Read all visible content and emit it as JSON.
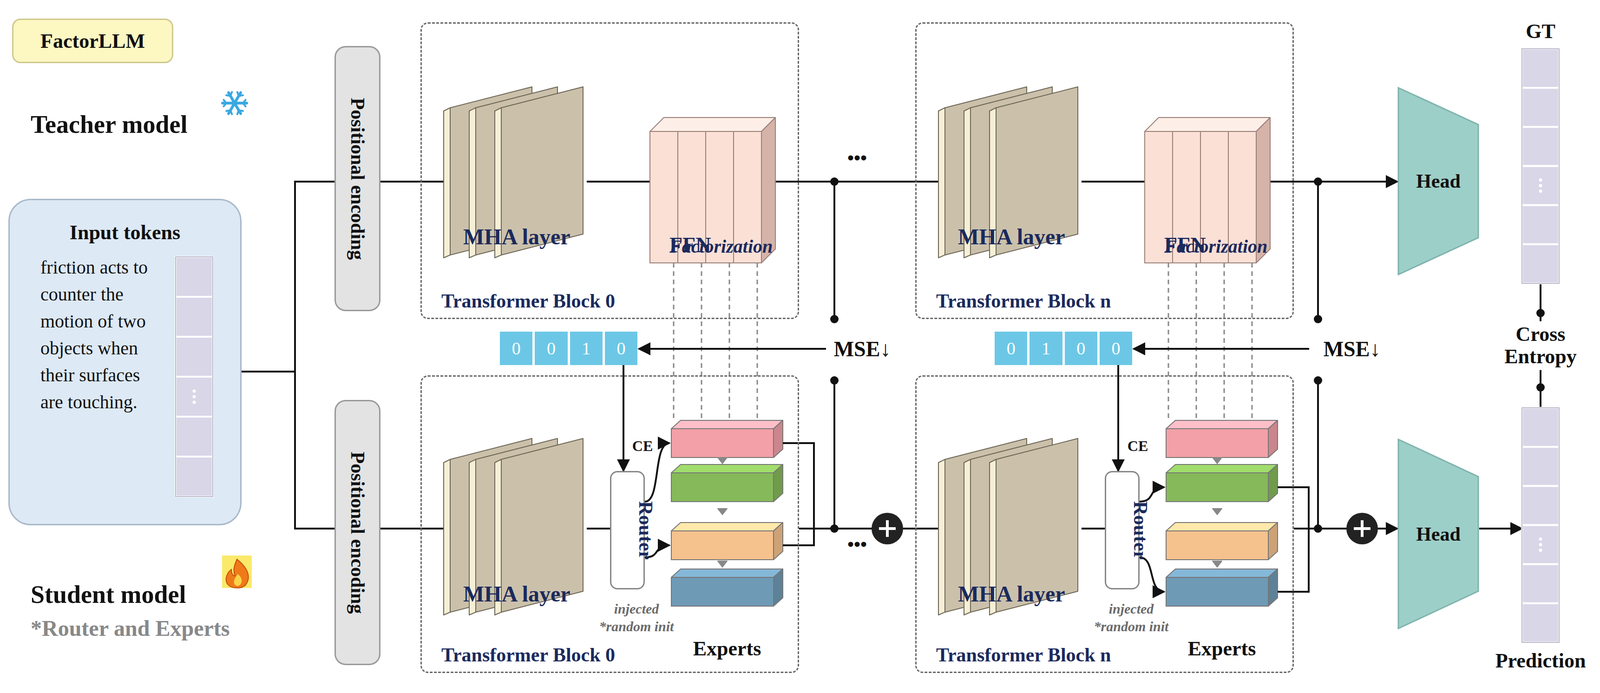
{
  "diagram": {
    "nodes": [
      {
        "text": [
          "FactorLLM"
        ]
      },
      {
        "text": [
          "Input tokens",
          "friction acts to counter the motion of two objects when their surfaces are touching."
        ]
      },
      {
        "text": [
          "Positional encoding"
        ]
      },
      {
        "text": [
          "Positional encoding"
        ]
      },
      {
        "text": [
          "Transformer Block 0"
        ]
      },
      {
        "text": [
          "MHA layer"
        ],
        "in": 4
      },
      {
        "text": [
          "FFN",
          "Factorization"
        ],
        "in": 4
      },
      {
        "text": [
          "Transformer Block n"
        ]
      },
      {
        "text": [
          "MHA layer"
        ],
        "in": 7
      },
      {
        "text": [
          "FFN",
          "Factorization"
        ],
        "in": 7
      },
      {
        "text": [
          "Head"
        ]
      },
      {
        "text": [
          "GT"
        ]
      },
      {
        "text": [
          "0",
          "0",
          "1",
          "0"
        ]
      },
      {
        "text": [
          "Transformer Block 0"
        ]
      },
      {
        "text": [
          "MHA layer"
        ],
        "in": 13
      },
      {
        "text": [
          "Router"
        ],
        "in": 13
      },
      {
        "text": [
          "0",
          "1",
          "0",
          "0"
        ]
      },
      {
        "text": [
          "Transformer Block n"
        ]
      },
      {
        "text": [
          "MHA layer"
        ],
        "in": 17
      },
      {
        "text": [
          "Router"
        ],
        "in": 17
      },
      {
        "text": [
          "Head"
        ]
      },
      {
        "text": [
          "Prediction"
        ]
      }
    ],
    "edges": [
      {
        "from": 1,
        "to": 2,
        "arrow": "none"
      },
      {
        "from": 1,
        "to": 3,
        "arrow": "none"
      },
      {
        "from": 2,
        "to": 5,
        "arrow": "none"
      },
      {
        "from": 5,
        "to": 6,
        "arrow": "none"
      },
      {
        "from": 6,
        "to": 8,
        "arrow": "none"
      },
      {
        "from": 8,
        "to": 9,
        "arrow": "none"
      },
      {
        "from": 9,
        "to": 10,
        "arrow": "to"
      },
      {
        "from": 3,
        "to": 14,
        "arrow": "none"
      },
      {
        "from": 14,
        "to": 15,
        "arrow": "none"
      },
      {
        "from": 12,
        "to": 15,
        "arrow": "to"
      },
      {
        "from": 13,
        "to": 18,
        "arrow": "none"
      },
      {
        "from": 18,
        "to": 19,
        "arrow": "none"
      },
      {
        "from": 16,
        "to": 19,
        "arrow": "to"
      },
      {
        "from": 17,
        "to": 20,
        "arrow": "to"
      },
      {
        "from": 20,
        "to": 21,
        "arrow": "to"
      },
      {
        "from": 11,
        "to": 21,
        "arrow": "none",
        "label": "Cross Entropy"
      }
    ],
    "labels": [
      "Teacher model",
      "Student model",
      "*Router and Experts",
      "•••",
      "•••",
      "MSE↓",
      "MSE↓",
      "CE",
      "CE",
      "injected *random init",
      "injected *random init",
      "Experts",
      "Experts"
    ]
  }
}
